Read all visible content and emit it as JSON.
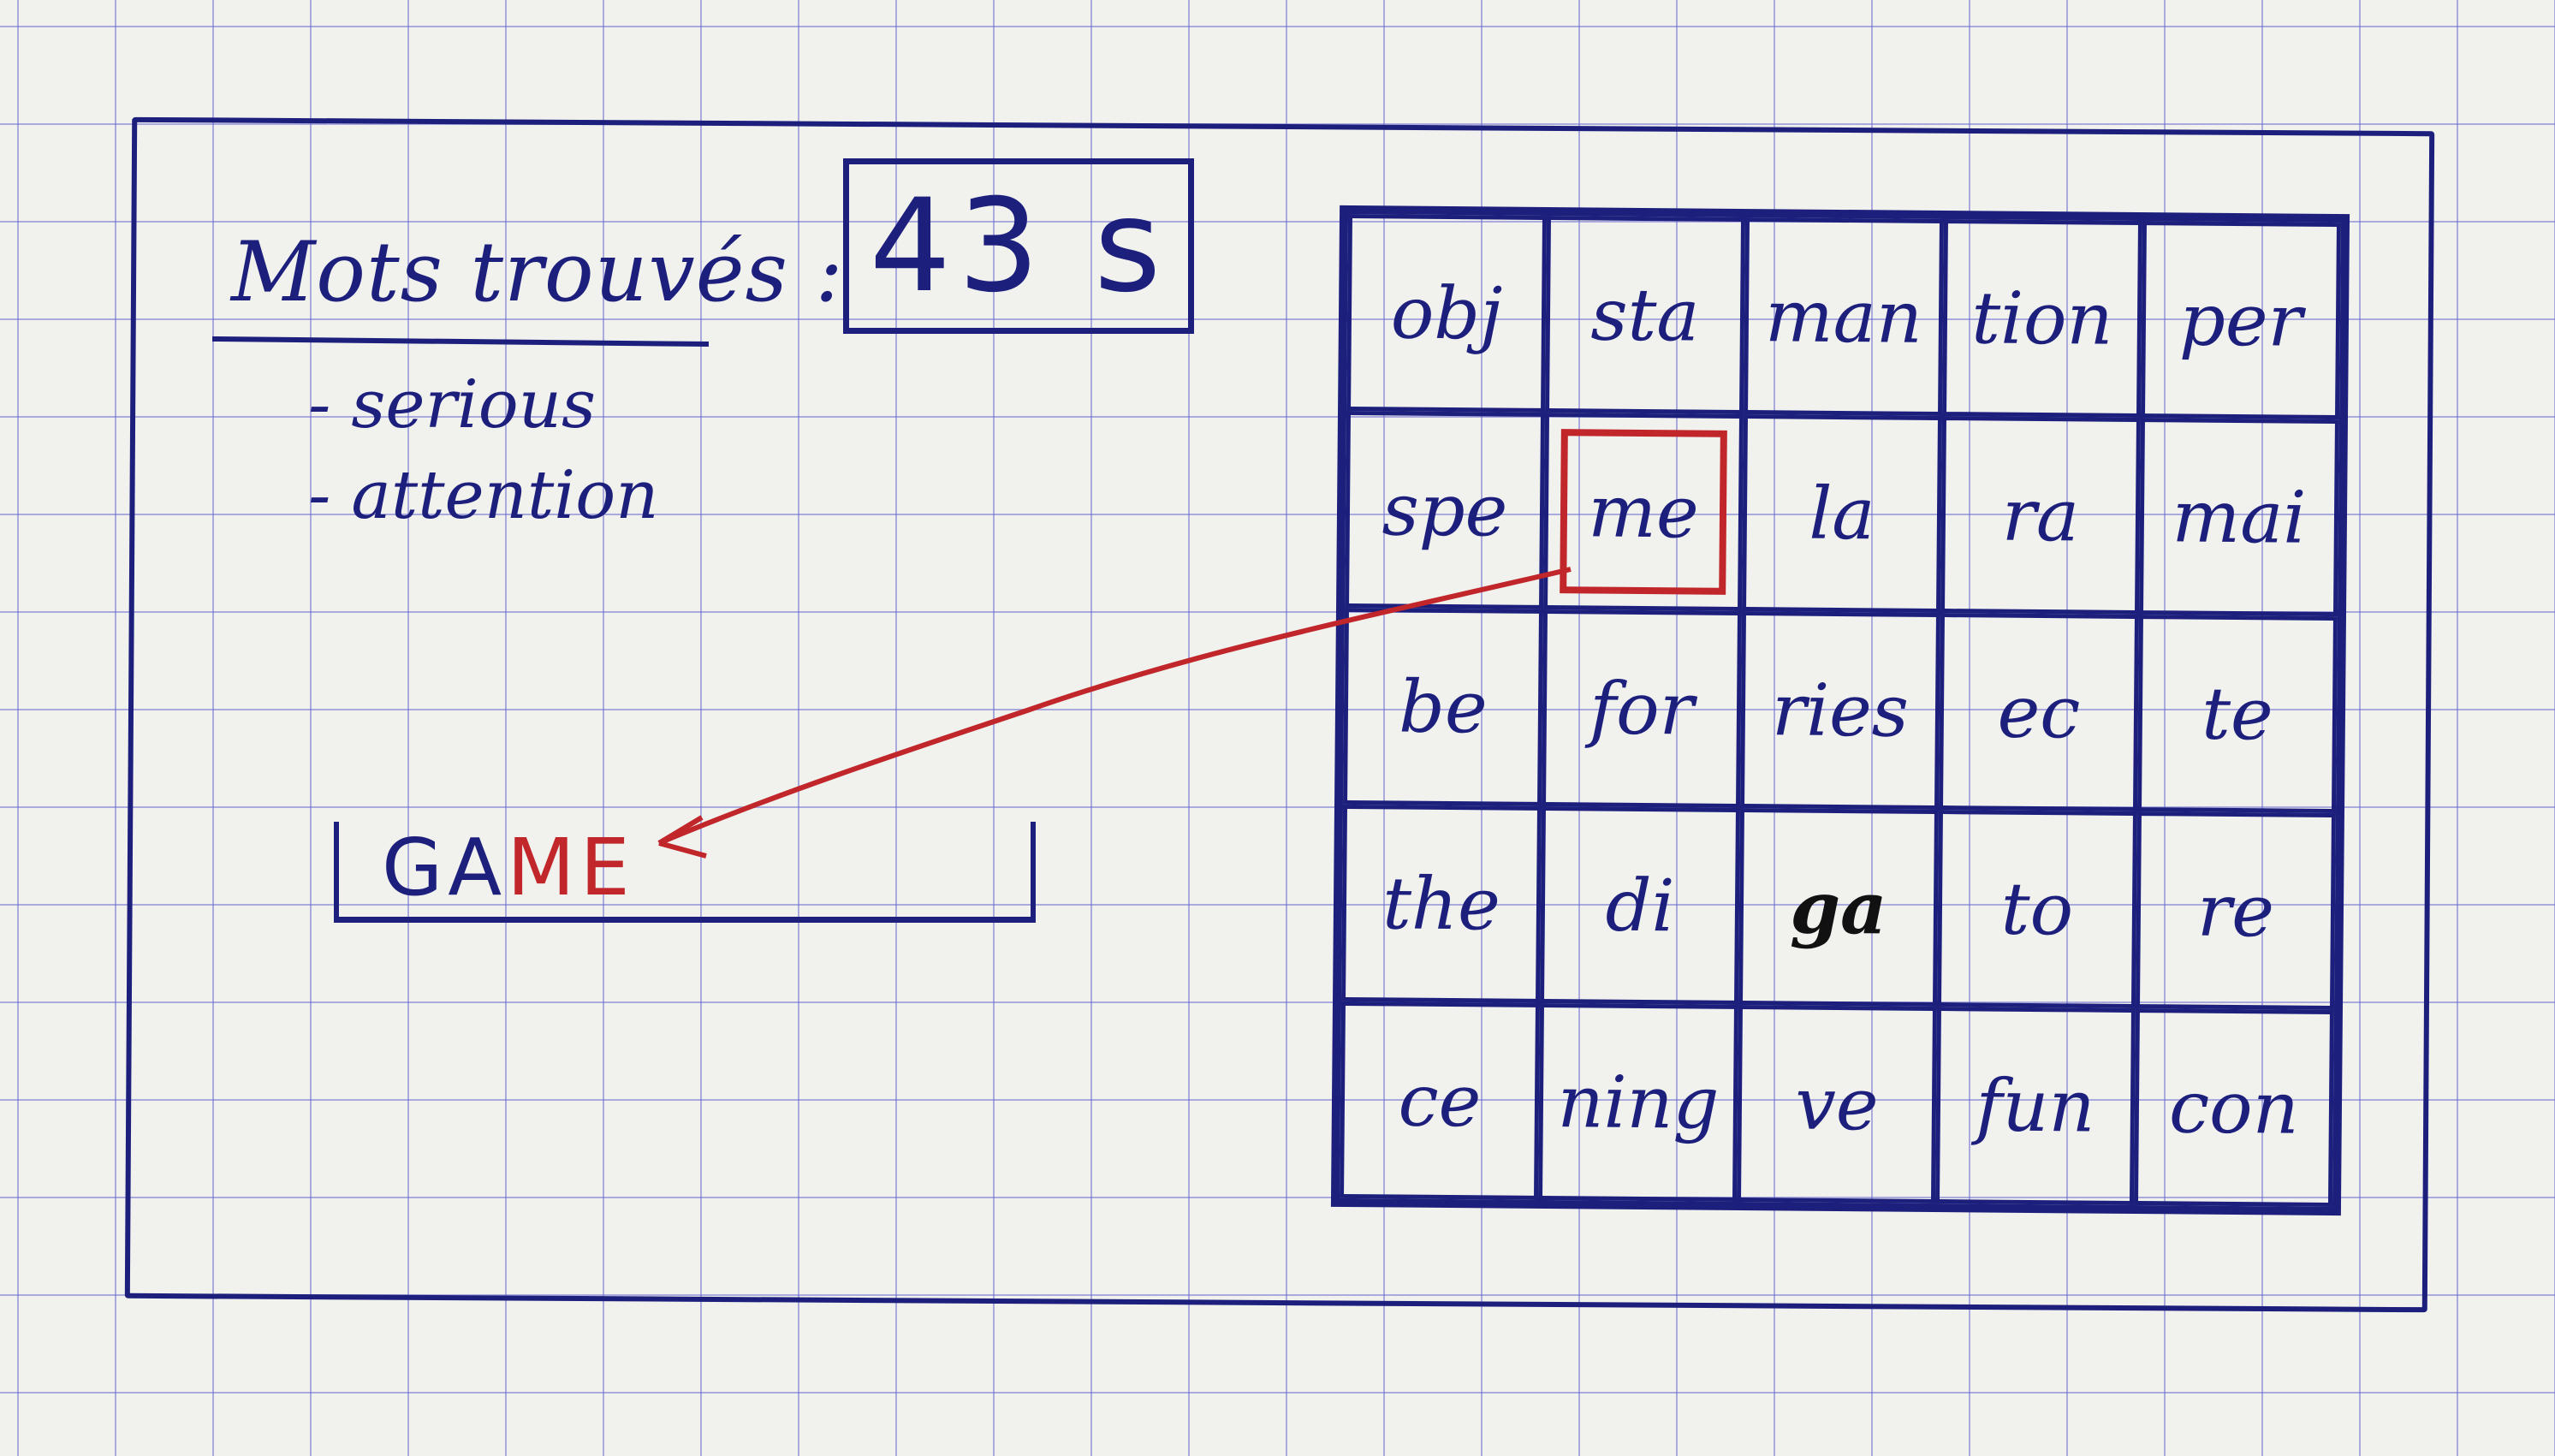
{
  "timer": {
    "value": "43 s"
  },
  "found_words": {
    "title": "Mots trouvés :",
    "items": [
      {
        "dash": "-",
        "word": "serious"
      },
      {
        "dash": "-",
        "word": "attention"
      }
    ]
  },
  "word_input": {
    "typed": "GA",
    "added": "ME"
  },
  "grid": {
    "rows": [
      [
        "obj",
        "sta",
        "man",
        "tion",
        "per"
      ],
      [
        "spe",
        "me",
        "la",
        "ra",
        "mai"
      ],
      [
        "be",
        "for",
        "ries",
        "ec",
        "te"
      ],
      [
        "the",
        "di",
        "ga",
        "to",
        "re"
      ],
      [
        "ce",
        "ning",
        "ve",
        "fun",
        "con"
      ]
    ],
    "selected": [
      1,
      1
    ],
    "highlighted": [
      3,
      2
    ]
  },
  "colors": {
    "ink": "#1d1f7c",
    "accent": "#c0262a",
    "paper": "#f1f1ee"
  }
}
